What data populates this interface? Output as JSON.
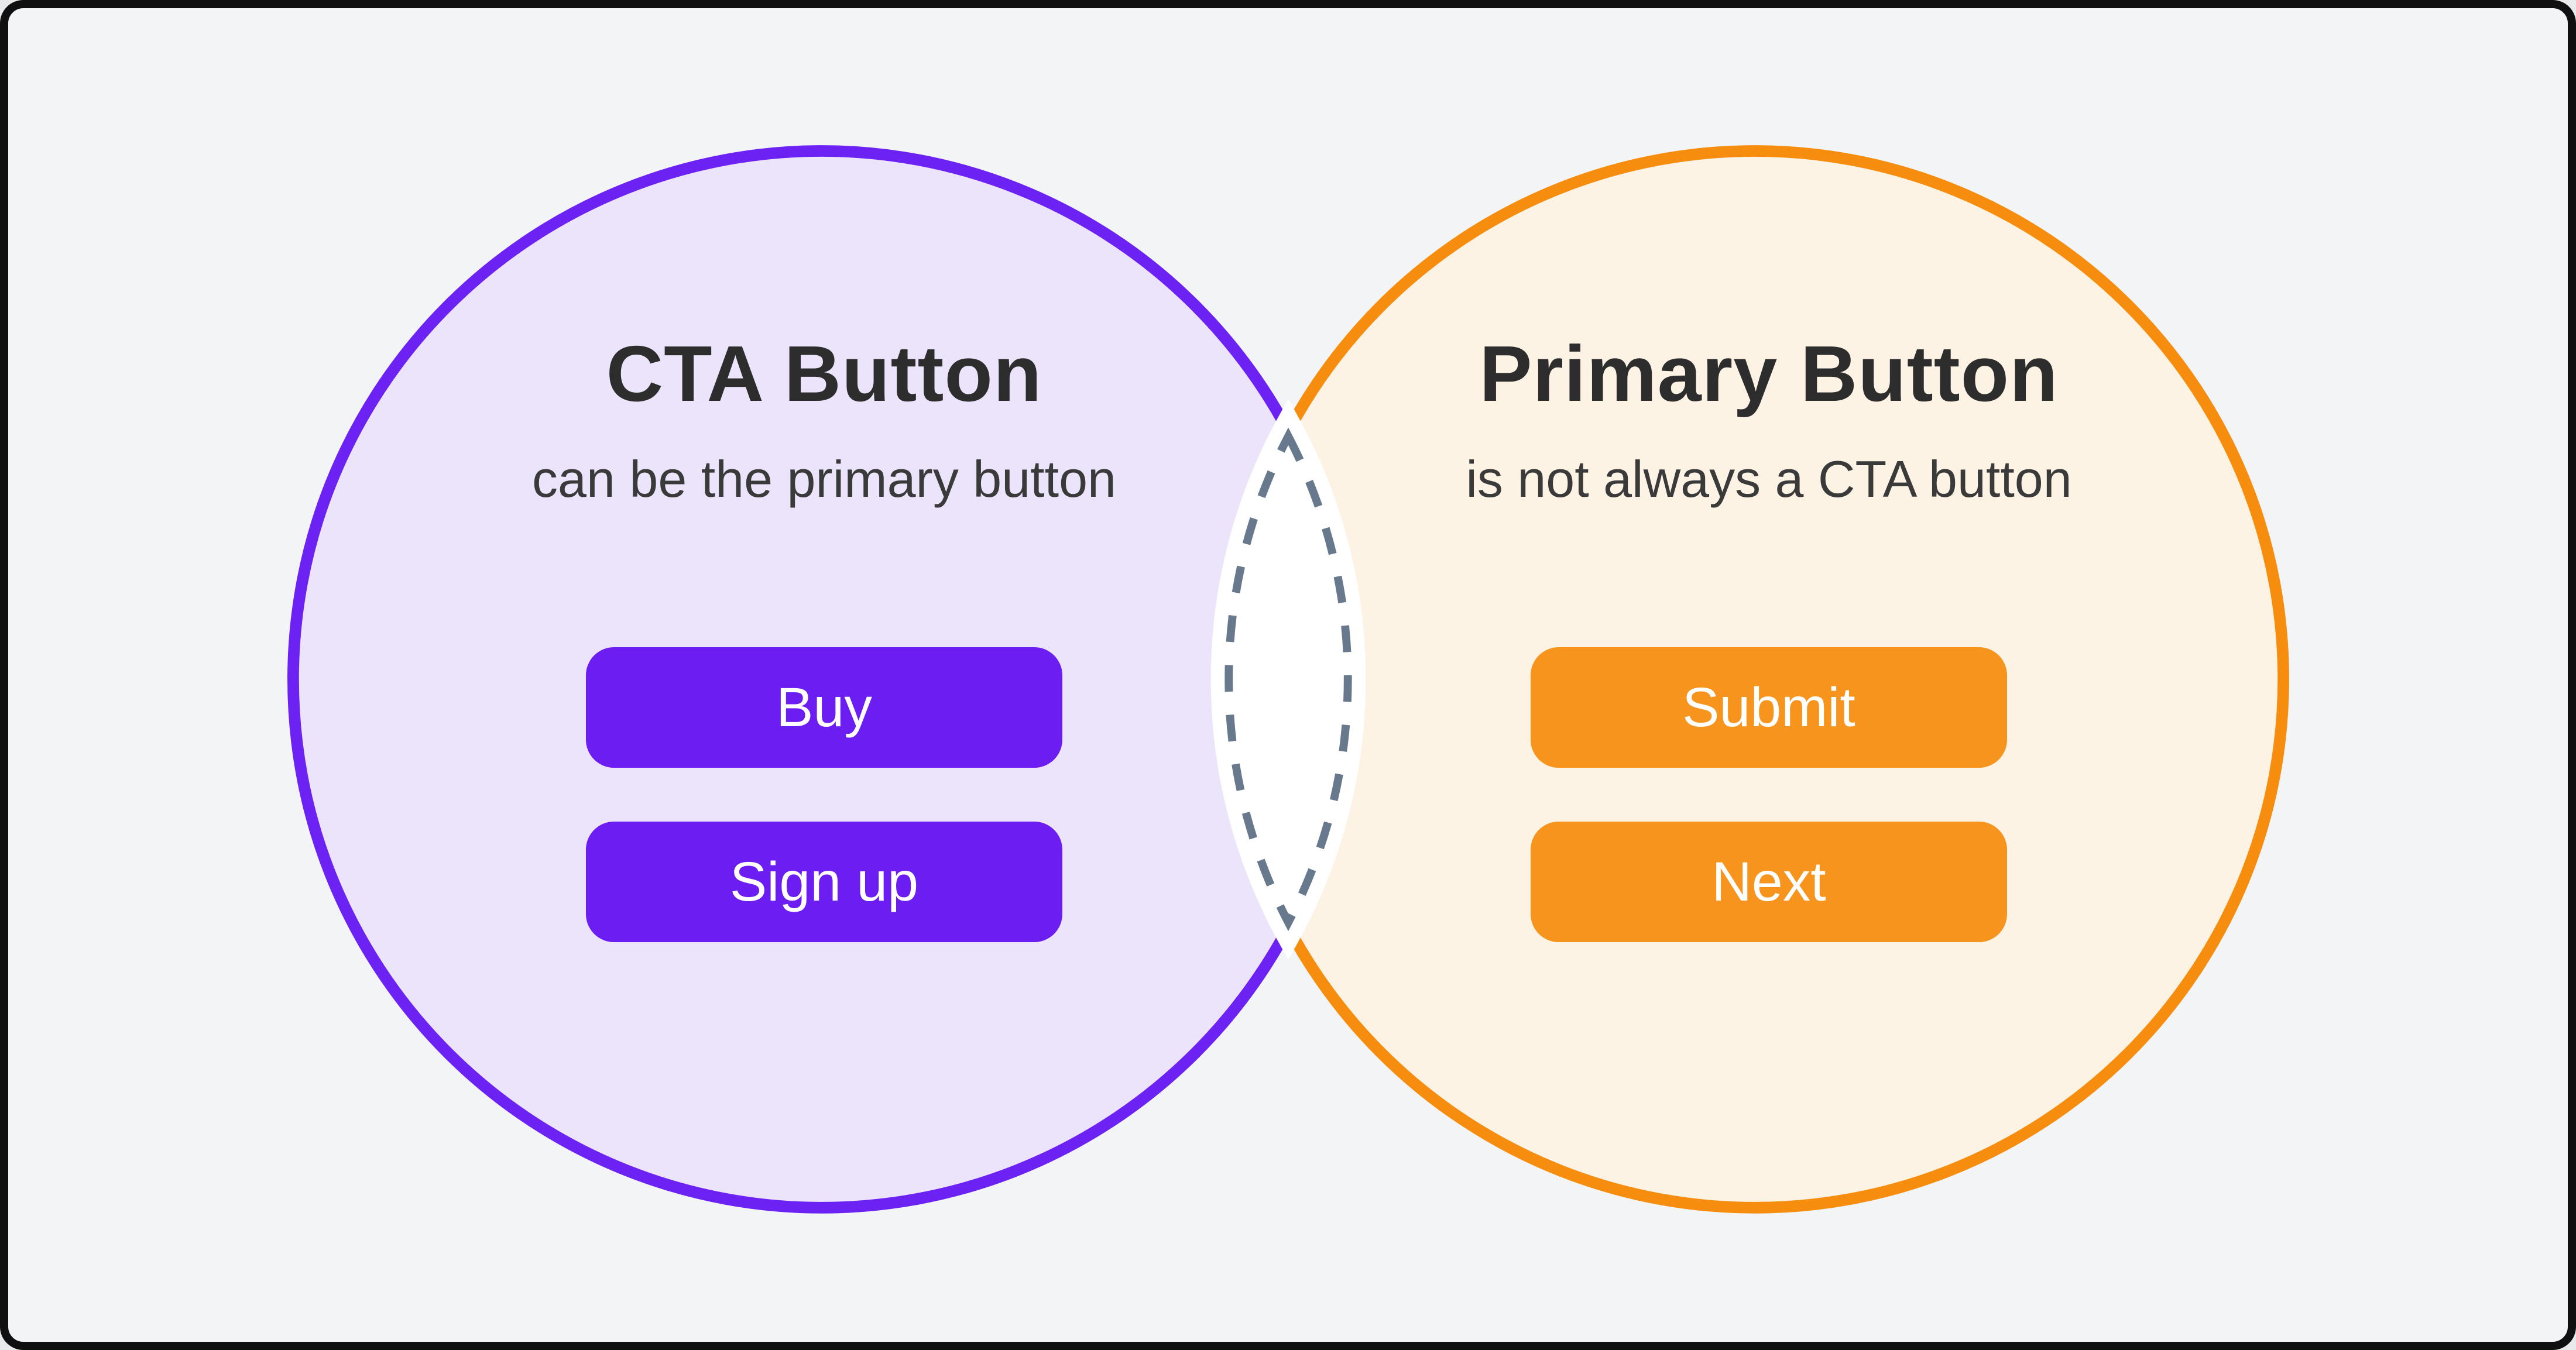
{
  "canvas": {
    "background_color": "#F2F4F6",
    "frame_color": "#101010"
  },
  "venn": {
    "left_circle": {
      "title": "CTA Button",
      "subtitle": "can be the primary button",
      "fill_color": "#ECE4FA",
      "stroke_color": "#6B22F3",
      "button_color": "#6C1EF2",
      "button_text_color": "#FFFFFF",
      "buttons": [
        {
          "label": "Buy"
        },
        {
          "label": "Sign up"
        }
      ]
    },
    "right_circle": {
      "title": "Primary Button",
      "subtitle": "is not always a CTA button",
      "fill_color": "#FDF3E4",
      "stroke_color": "#F68D0E",
      "button_color": "#F7941D",
      "button_text_color": "#FFFFFF",
      "buttons": [
        {
          "label": "Submit"
        },
        {
          "label": "Next"
        }
      ]
    },
    "intersection": {
      "fill_color": "#FFFFFF",
      "dash_color": "#68798E"
    },
    "title_text_color": "#2D2D2D",
    "subtitle_text_color": "#3A3A3A"
  }
}
